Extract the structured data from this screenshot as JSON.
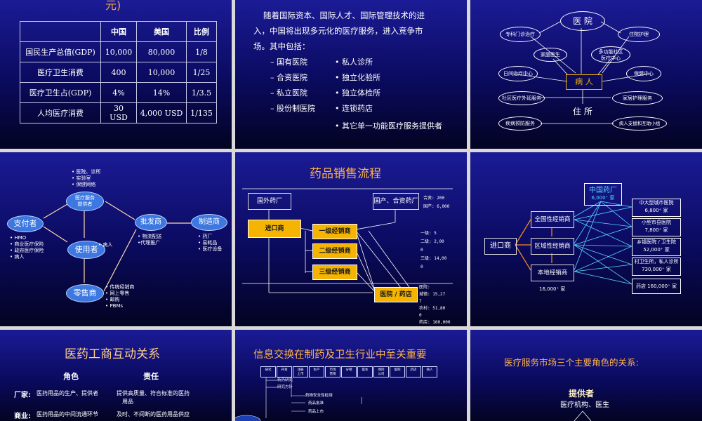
{
  "slide1": {
    "title_fragment": "元)",
    "headers": [
      "",
      "中国",
      "美国",
      "比例"
    ],
    "rows": [
      [
        "国民生产总值(GDP)",
        "10,000",
        "80,000",
        "1/8"
      ],
      [
        "医疗卫生消费",
        "400",
        "10,000",
        "1/25"
      ],
      [
        "医疗卫生占(GDP)",
        "4%",
        "14%",
        "1/3.5"
      ],
      [
        "人均医疗消费",
        "30 USD",
        "4,000 USD",
        "1/135"
      ]
    ]
  },
  "slide2": {
    "para_line1": "随着国际资本、国际人才、国际管理技术的进",
    "para_line2": "入，中国将出现多元化的医疗服务，进入竞争市",
    "para_line3": "场。其中包括：",
    "left_items": [
      "– 国有医院",
      "– 合资医院",
      "– 私立医院",
      "– 股份制医院"
    ],
    "right_items": [
      "• 私人诊所",
      "• 独立化验所",
      "• 独立体检所",
      "• 连锁药店",
      "• 其它单一功能医疗服务提供者"
    ]
  },
  "slide3": {
    "hospital": "医 院",
    "specialist": "专科门诊治疗",
    "inpatient": "住院护理",
    "family_doctor": "家庭医生",
    "community_center": "多功能社区\n医疗中心",
    "outpatient": "日间治疗中心",
    "care_center": "保健中心",
    "patient": "病 人",
    "community_outreach": "社区医疗外延服务",
    "home_care": "家居护理服务",
    "residence": "住 所",
    "disease_prevention": "疾病预防服务",
    "mutual_aid": "病人支援和互助小组"
  },
  "slide4": {
    "provider": "医疗服务\n提供者",
    "provider_notes": [
      "• 医院、诊所",
      "• 实验室",
      "• 保健网络"
    ],
    "payer": "支付者",
    "payer_notes": [
      "• HMO",
      "• 商业医疗保险",
      "• 政府医疗保险",
      "• 病人"
    ],
    "user": "使用者",
    "user_note": "• 病人",
    "wholesaler": "批发商",
    "wholesaler_notes": [
      "• 物流配送",
      "•代理推广"
    ],
    "manufacturer": "制造商",
    "manufacturer_notes": [
      "• 药厂",
      "• 易耗品",
      "• 医疗设备"
    ],
    "retailer": "零售商",
    "retailer_notes": [
      "• 传统经销商",
      "• 网上零售",
      "• 邮购",
      "• PBMs"
    ]
  },
  "slide5": {
    "title": "药品销售流程",
    "foreign_mfr": "国外药厂",
    "domestic_mfr": "国产、合资药厂",
    "importer": "进口商",
    "tier1": "一级经销商",
    "tier2": "二级经销商",
    "tier3": "三级经销商",
    "hospital_pharmacy": "医院 / 药店",
    "right_stats": [
      "合资:     200",
      "国产:     6,000"
    ],
    "mid_stats": [
      "一级:       5",
      "二级:     2,00",
      "0",
      "三级:     14,00",
      "0"
    ],
    "bottom_stats": [
      "医院:",
      "城镇: 15,27",
      "7",
      "农村: 51,80",
      "0",
      "药店:  160,000"
    ]
  },
  "slide6": {
    "china_pharma": "中国药厂",
    "china_pharma_count": "6,000⁺ 家",
    "importer": "进口商",
    "national_dist": "全国性经销商",
    "regional_dist": "区域性经销商",
    "local_dist": "本地经销商",
    "local_count": "16,000⁺ 家",
    "targets": [
      {
        "name": "中大型城市医院",
        "count": "6,800⁺ 家"
      },
      {
        "name": "小型市县医院",
        "count": "7,800⁺ 家"
      },
      {
        "name": "乡镇医院 / 卫生院",
        "count": "52,000⁺ 家"
      },
      {
        "name": "村卫生所，私人诊所",
        "count": "730,000⁺ 家"
      },
      {
        "name": "药店    160,000⁺ 家",
        "count": ""
      }
    ]
  },
  "slide7": {
    "title": "医药工商互动关系",
    "col_role": "角色",
    "col_resp": "责任",
    "row1_role": "厂家:",
    "row1_desc": "医药用品的生产、提供者",
    "row1_resp": "提供高质量、符合标准的医药",
    "row1_resp2": "用品",
    "row2_role": "商业:",
    "row2_desc": "医药用品的中间流通环节",
    "row2_resp": "及时、不间断的医药用品供应"
  },
  "slide8": {
    "title": "信息交换在制药及卫生行业中至关重要",
    "chain": [
      "研究",
      "开发",
      "注册\n上市",
      "生产",
      "市场\n营销",
      "分销",
      "医生",
      "保险\n公司",
      "医院",
      "药店",
      "病人"
    ],
    "rows": [
      "新药研究",
      "研究方针",
      "药物安全性检测",
      "药品批准",
      "药品上市"
    ]
  },
  "slide9": {
    "title": "医疗服务市场三个主要角色的关系:",
    "provider": "提供者",
    "provider_sub": "医疗机构、医生"
  },
  "colors": {
    "background": "#d9d9d9",
    "slide_top": "#1b1b96",
    "slide_bottom": "#030322",
    "accent_yellow": "#f4b400",
    "accent_orange": "#ffb347",
    "accent_blue": "#3d78e0"
  }
}
